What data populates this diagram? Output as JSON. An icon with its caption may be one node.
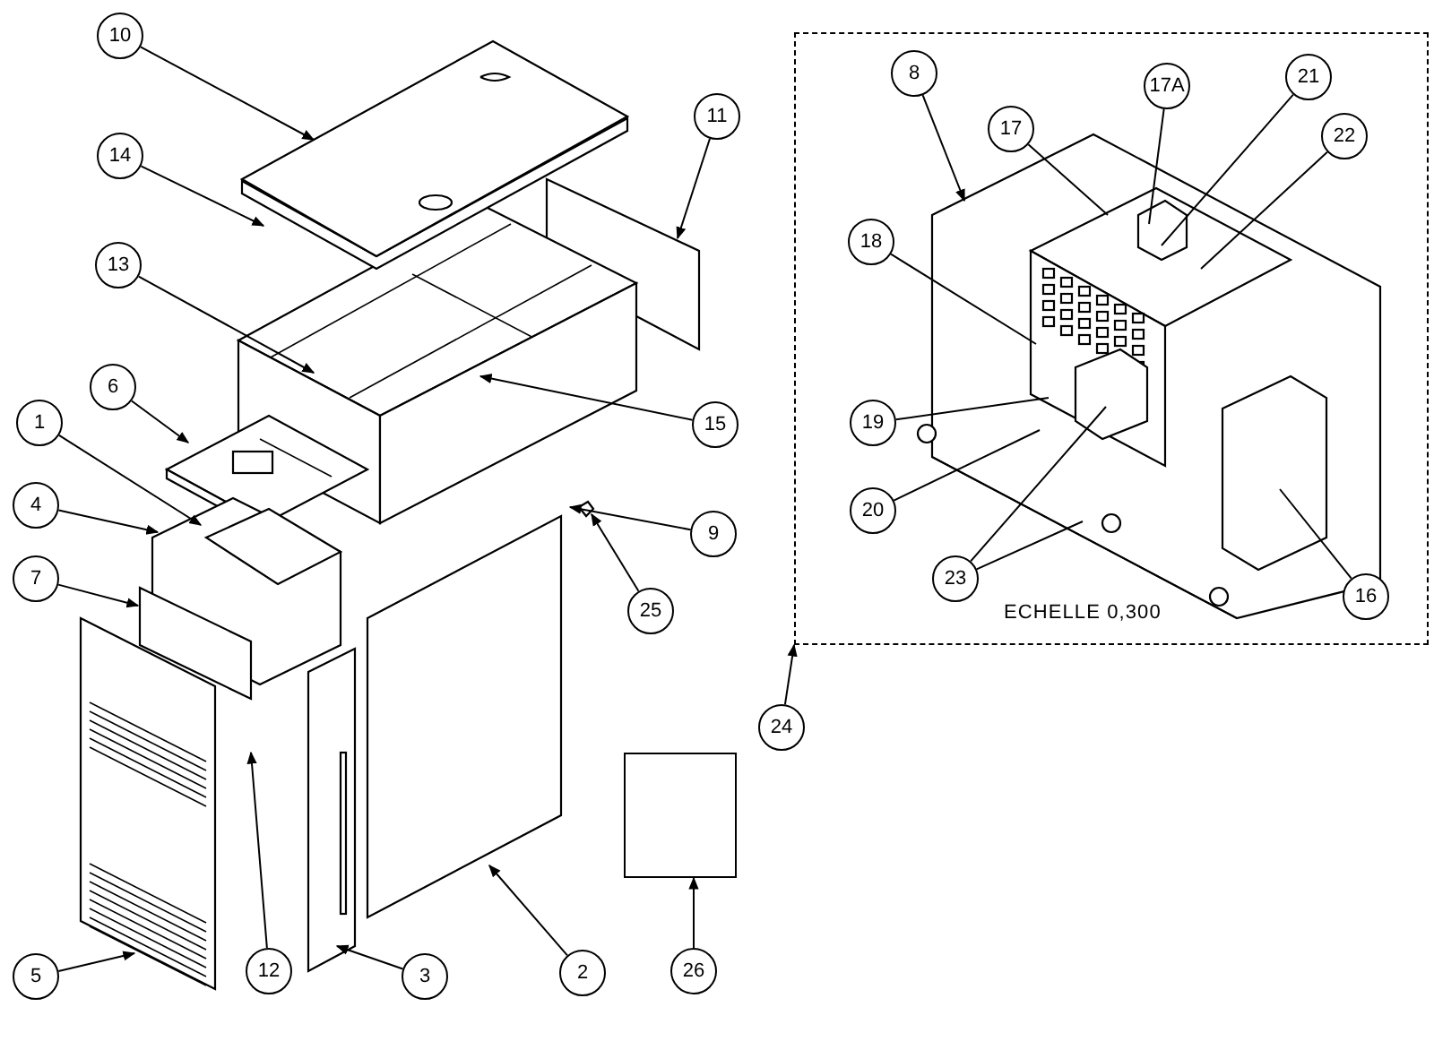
{
  "diagram": {
    "nodes": [
      {
        "text": [
          "10"
        ]
      },
      {
        "text": [
          "14"
        ]
      },
      {
        "text": [
          "13"
        ]
      },
      {
        "text": [
          "6"
        ]
      },
      {
        "text": [
          "1"
        ]
      },
      {
        "text": [
          "4"
        ]
      },
      {
        "text": [
          "7"
        ]
      },
      {
        "text": [
          "5"
        ]
      },
      {
        "text": [
          "12"
        ]
      },
      {
        "text": [
          "3"
        ]
      },
      {
        "text": [
          "2"
        ]
      },
      {
        "text": [
          "26"
        ]
      },
      {
        "text": [],
        "shape": "box"
      },
      {
        "text": [
          "25"
        ]
      },
      {
        "text": [
          "9"
        ]
      },
      {
        "text": [
          "15"
        ]
      },
      {
        "text": [
          "11"
        ]
      },
      {
        "text": [],
        "shape": "box"
      },
      {
        "text": [
          "8"
        ],
        "in": 17
      },
      {
        "text": [
          "17A"
        ],
        "in": 17
      },
      {
        "text": [
          "21"
        ],
        "in": 17
      },
      {
        "text": [
          "17"
        ],
        "in": 17
      },
      {
        "text": [
          "22"
        ],
        "in": 17
      },
      {
        "text": [
          "18"
        ],
        "in": 17
      },
      {
        "text": [
          "19"
        ],
        "in": 17
      },
      {
        "text": [
          "20"
        ],
        "in": 17
      },
      {
        "text": [
          "23"
        ],
        "in": 17
      },
      {
        "text": [
          "16"
        ],
        "in": 17
      },
      {
        "text": [
          "24"
        ]
      }
    ],
    "edges": [
      {
        "from": 0,
        "to": null,
        "arrow": "to"
      },
      {
        "from": 1,
        "to": null,
        "arrow": "to"
      },
      {
        "from": 2,
        "to": null,
        "arrow": "to"
      },
      {
        "from": 3,
        "to": null,
        "arrow": "to"
      },
      {
        "from": 4,
        "to": null,
        "arrow": "to"
      },
      {
        "from": 5,
        "to": null,
        "arrow": "to"
      },
      {
        "from": 6,
        "to": null,
        "arrow": "to"
      },
      {
        "from": 7,
        "to": null,
        "arrow": "to"
      },
      {
        "from": 8,
        "to": null,
        "arrow": "to"
      },
      {
        "from": 9,
        "to": null,
        "arrow": "to"
      },
      {
        "from": 10,
        "to": null,
        "arrow": "to"
      },
      {
        "from": 11,
        "to": 12,
        "arrow": "to"
      },
      {
        "from": 13,
        "to": null,
        "arrow": "to"
      },
      {
        "from": 14,
        "to": null,
        "arrow": "to"
      },
      {
        "from": 15,
        "to": null,
        "arrow": "to"
      },
      {
        "from": 16,
        "to": null,
        "arrow": "to"
      },
      {
        "from": 18,
        "to": null,
        "arrow": "to"
      },
      {
        "from": 19,
        "to": null,
        "arrow": "none"
      },
      {
        "from": 20,
        "to": null,
        "arrow": "none"
      },
      {
        "from": 21,
        "to": null,
        "arrow": "none"
      },
      {
        "from": 22,
        "to": null,
        "arrow": "none"
      },
      {
        "from": 23,
        "to": null,
        "arrow": "none"
      },
      {
        "from": 24,
        "to": null,
        "arrow": "none"
      },
      {
        "from": 25,
        "to": null,
        "arrow": "none"
      },
      {
        "from": 26,
        "to": null,
        "arrow": "none"
      },
      {
        "from": 26,
        "to": null,
        "arrow": "none"
      },
      {
        "from": 27,
        "to": null,
        "arrow": "none"
      },
      {
        "from": 28,
        "to": 17,
        "arrow": "to"
      }
    ],
    "labels": [
      "ECHELLE 0,300"
    ]
  }
}
